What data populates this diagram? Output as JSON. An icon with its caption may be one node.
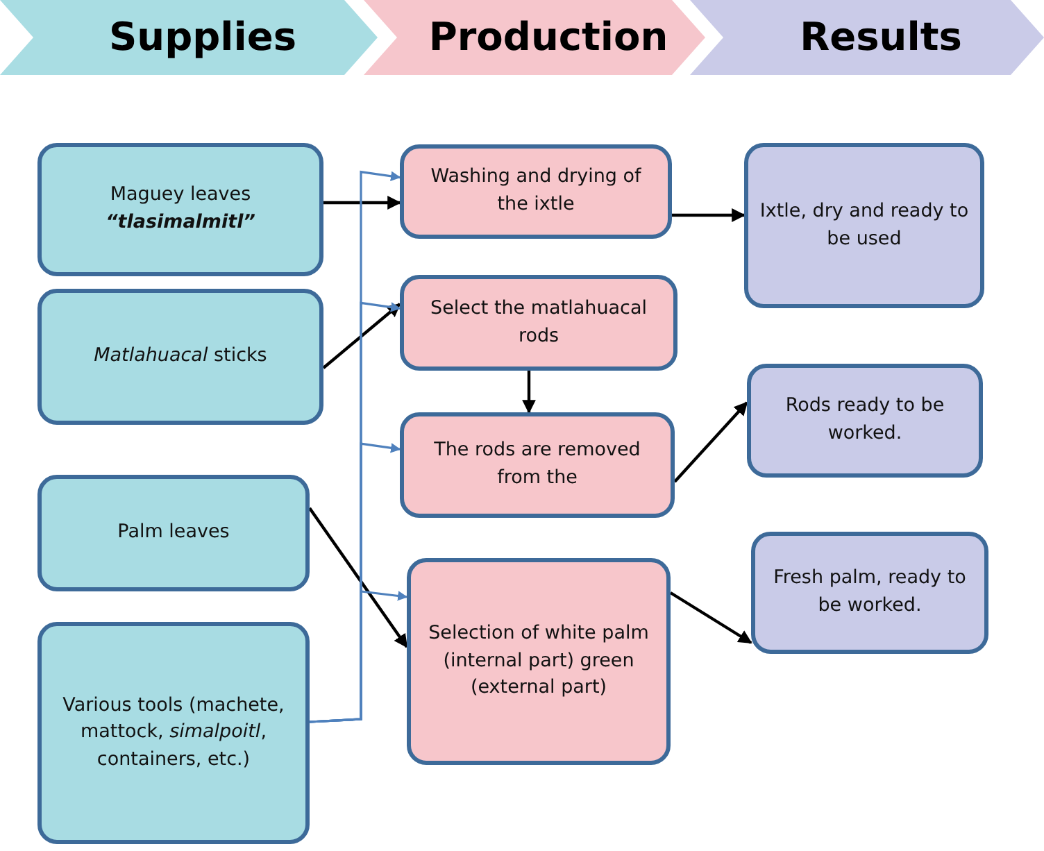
{
  "diagram": {
    "nodes": [
      {
        "text": [
          "Supplies"
        ]
      },
      {
        "text": [
          "Production"
        ]
      },
      {
        "text": [
          "Results"
        ]
      },
      {
        "text": [
          "Maguey leaves **“tlasimalmitl”**"
        ]
      },
      {
        "text": [
          "*Matlahuacal* sticks"
        ]
      },
      {
        "text": [
          "Palm leaves"
        ]
      },
      {
        "text": [
          "Various tools (machete, mattock, *simalpoitl*, containers, etc.)"
        ]
      },
      {
        "text": [
          "Washing and drying of the ixtle"
        ]
      },
      {
        "text": [
          "Select the matlahuacal rods"
        ]
      },
      {
        "text": [
          "The rods are removed from the"
        ]
      },
      {
        "text": [
          "Selection of white palm (internal part) green (external part)"
        ]
      },
      {
        "text": [
          "Ixtle, dry and ready to be used"
        ]
      },
      {
        "text": [
          "Rods ready to be worked."
        ]
      },
      {
        "text": [
          "Fresh palm, ready to be worked."
        ]
      }
    ],
    "edges": [
      {
        "from": 3,
        "to": 7,
        "arrow": "to"
      },
      {
        "from": 4,
        "to": 8,
        "arrow": "to"
      },
      {
        "from": 8,
        "to": 9,
        "arrow": "to"
      },
      {
        "from": 5,
        "to": 10,
        "arrow": "to"
      },
      {
        "from": 7,
        "to": 11,
        "arrow": "to"
      },
      {
        "from": 9,
        "to": 12,
        "arrow": "to"
      },
      {
        "from": 10,
        "to": 13,
        "arrow": "to"
      },
      {
        "from": 6,
        "to": 7,
        "arrow": "to",
        "color": "#4f81bd"
      },
      {
        "from": 6,
        "to": 8,
        "arrow": "to",
        "color": "#4f81bd"
      },
      {
        "from": 6,
        "to": 9,
        "arrow": "to",
        "color": "#4f81bd"
      },
      {
        "from": 6,
        "to": 10,
        "arrow": "to",
        "color": "#4f81bd"
      }
    ]
  }
}
